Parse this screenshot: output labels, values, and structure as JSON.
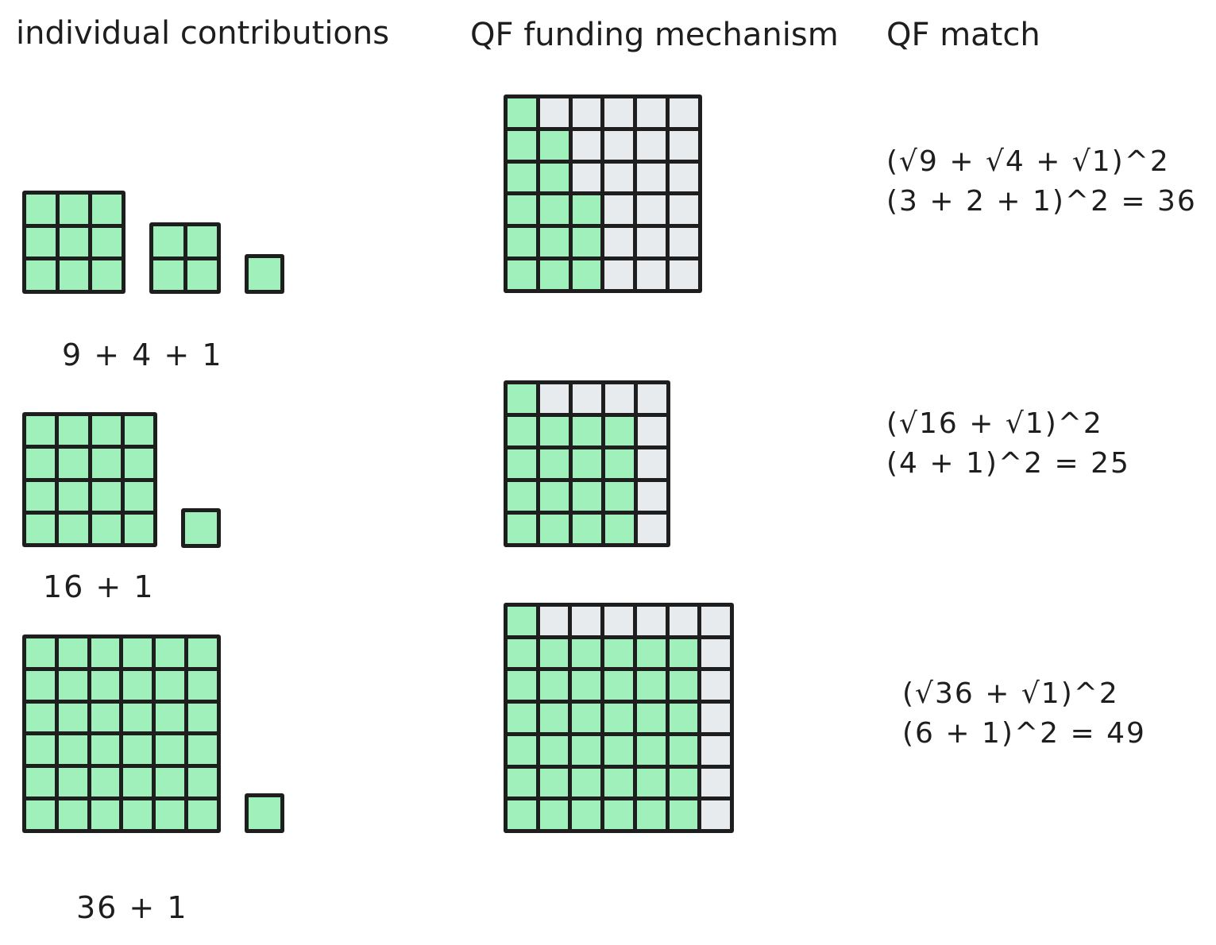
{
  "headers": {
    "col1": "individual contributions",
    "col2": "QF funding mechanism",
    "col3": "QF match"
  },
  "colors": {
    "filled": "#a0f0bc",
    "empty": "#e8ebee",
    "stroke": "#1e1e1e"
  },
  "rows": [
    {
      "contributions": [
        9,
        4,
        1
      ],
      "caption": "9 + 4 + 1",
      "match_grid": {
        "size": 6,
        "filled_per_column": [
          6,
          5,
          3,
          0,
          0,
          0
        ]
      },
      "formula_line1": "(√9 + √4 + √1)^2",
      "formula_line2": "(3 + 2 + 1)^2 = 36"
    },
    {
      "contributions": [
        16,
        1
      ],
      "caption": "16 + 1",
      "match_grid": {
        "size": 5,
        "filled_per_column": [
          5,
          4,
          4,
          4,
          0
        ]
      },
      "formula_line1": "(√16 + √1)^2",
      "formula_line2": "(4 + 1)^2 = 25"
    },
    {
      "contributions": [
        36,
        1
      ],
      "caption": "36 + 1",
      "match_grid": {
        "size": 7,
        "filled_per_column": [
          7,
          6,
          6,
          6,
          6,
          6,
          0
        ]
      },
      "formula_line1": "(√36 + √1)^2",
      "formula_line2": "(6 + 1)^2 = 49"
    }
  ]
}
